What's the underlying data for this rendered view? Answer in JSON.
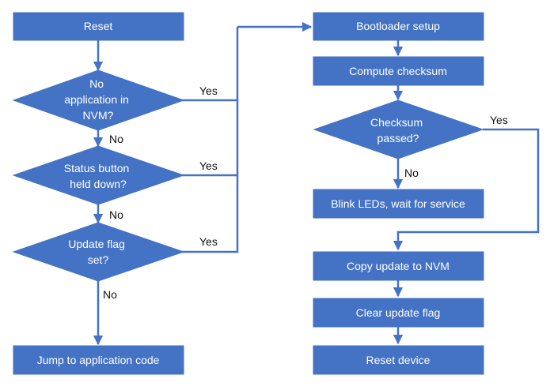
{
  "nodes": {
    "reset": "Reset",
    "no_app": [
      "No",
      "application in",
      "NVM?"
    ],
    "status_button": [
      "Status button",
      "held down?"
    ],
    "update_flag": [
      "Update flag",
      "set?"
    ],
    "jump": "Jump to application code",
    "bootloader_setup": "Bootloader setup",
    "compute_checksum": "Compute checksum",
    "checksum_passed": [
      "Checksum",
      "passed?"
    ],
    "blink_leds": "Blink LEDs, wait for service",
    "copy_update": "Copy update to NVM",
    "clear_flag": "Clear update flag",
    "reset_device": "Reset device"
  },
  "edges": {
    "no_app_yes": "Yes",
    "no_app_no": "No",
    "status_yes": "Yes",
    "status_no": "No",
    "update_yes": "Yes",
    "update_no": "No",
    "checksum_yes": "Yes",
    "checksum_no": "No"
  },
  "colors": {
    "shape": "#4472C4",
    "text": "#FFFFFF",
    "edge_label": "#111111"
  }
}
